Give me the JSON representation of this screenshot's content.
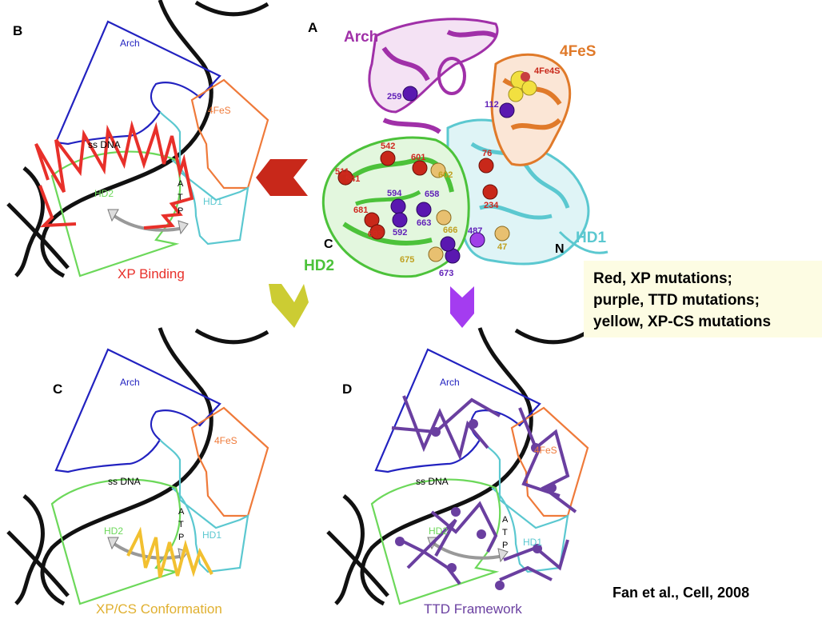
{
  "panels": {
    "A": {
      "letter": "A",
      "domains": {
        "arch": "Arch",
        "fes": "4FeS",
        "hd1": "HD1",
        "hd2": "HD2"
      },
      "termini": {
        "c": "C",
        "n": "N"
      },
      "cluster_label": "4Fe4S",
      "residues_red": [
        "542",
        "601",
        "511",
        "541",
        "76",
        "234",
        "681",
        "693"
      ],
      "residues_purple": [
        "259",
        "112",
        "594",
        "658",
        "663",
        "592",
        "673",
        "487"
      ],
      "residues_yellow": [
        "602",
        "666",
        "675",
        "47"
      ]
    },
    "B": {
      "letter": "B",
      "arch": "Arch",
      "fes": "4FeS",
      "ssdna": "ss DNA",
      "hd2": "HD2",
      "hd1": "HD1",
      "atp": [
        "A",
        "T",
        "P"
      ],
      "caption": "XP Binding"
    },
    "C": {
      "letter": "C",
      "arch": "Arch",
      "fes": "4FeS",
      "ssdna": "ss DNA",
      "hd2": "HD2",
      "hd1": "HD1",
      "atp": [
        "A",
        "T",
        "P"
      ],
      "caption": "XP/CS Conformation"
    },
    "D": {
      "letter": "D",
      "arch": "Arch",
      "fes": "4FeS",
      "ssdna": "ss DNA",
      "hd2": "HD2",
      "hd1": "HD1",
      "atp": [
        "A",
        "T",
        "P"
      ],
      "caption": "TTD Framework"
    }
  },
  "legend": {
    "line1": "Red, XP mutations;",
    "line2": "purple, TTD mutations;",
    "line3": "yellow, XP-CS mutations"
  },
  "citation": "Fan et al., Cell, 2008",
  "colors": {
    "arch": "#2222c0",
    "fes": "#ef7a3a",
    "hd1": "#5bc8d0",
    "hd2": "#6cd85a",
    "xp": "#e8302a",
    "xpcs": "#f2c030",
    "ttd": "#6a3fa0",
    "dna": "#111111",
    "arrow_red": "#c8281a",
    "arrow_yellow": "#cccc33",
    "arrow_purple": "#a43cf0",
    "legend_bg": "#fdfce3"
  }
}
